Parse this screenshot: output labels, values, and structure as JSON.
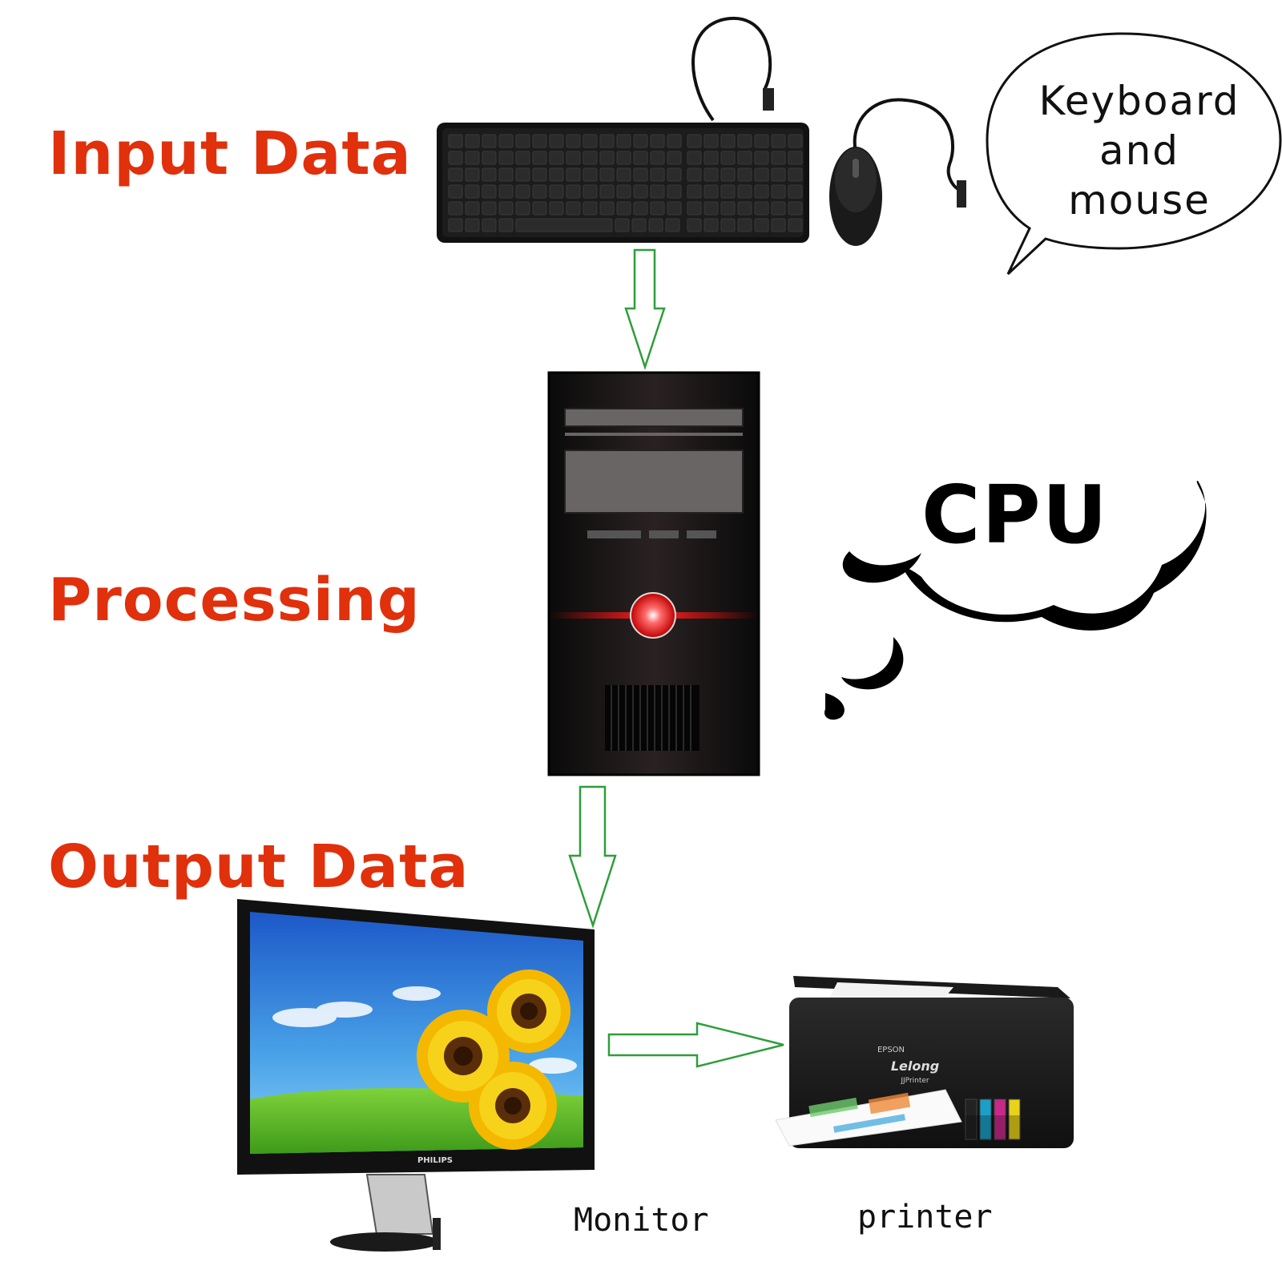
{
  "stages": {
    "input": "Input Data",
    "processing": "Processing",
    "output": "Output Data"
  },
  "bubbles": {
    "input_note": [
      "Keyboard",
      "and",
      "mouse"
    ],
    "processing_note": "CPU"
  },
  "captions": {
    "monitor": "Monitor",
    "printer": "printer"
  },
  "device_text": {
    "monitor_brand": "PHILIPS",
    "printer_brand": "EPSON",
    "printer_sticker": "Lelong",
    "printer_sticker_sub": "JJPrinter"
  },
  "colors": {
    "stage_label": "#e0300c",
    "arrow": "#2e9e3a"
  }
}
